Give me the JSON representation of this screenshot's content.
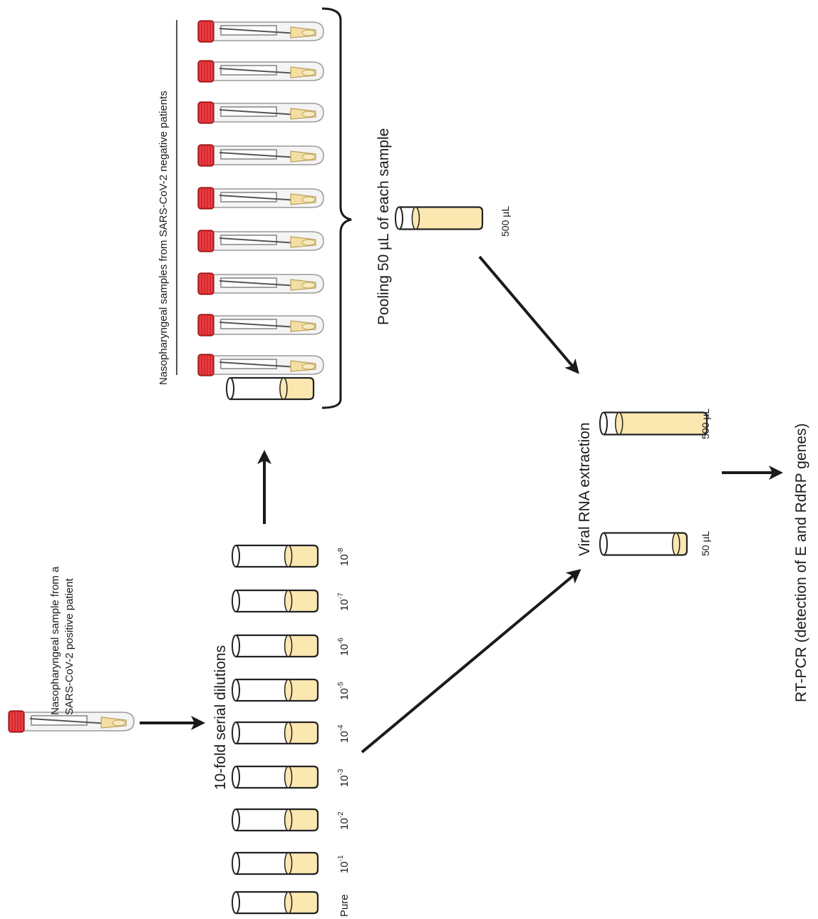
{
  "colors": {
    "liquid": "#fbe7b0",
    "cap": "#d9262a",
    "outline": "#222222",
    "arrow": "#1a1a1a"
  },
  "labels": {
    "positive_sample": [
      "Nasopharyngeal sample from a",
      "SARS-CoV-2 positive patient"
    ],
    "serial_dilutions": "10-fold serial dilutions",
    "negative_samples": "Nasopharyngeal samples from SARS-CoV-2 negative patients",
    "pooling": "Pooling 50 µL of each sample",
    "pool_volume": "500 µL",
    "extraction": "Viral RNA extraction",
    "extraction_volume_large": "500 µL",
    "extraction_volume_small": "50 µL",
    "rt_pcr": "RT-PCR (detection of E and RdRP genes)"
  },
  "dilutions": [
    {
      "base": "Pure",
      "exp": ""
    },
    {
      "base": "10",
      "exp": "-1"
    },
    {
      "base": "10",
      "exp": "-2"
    },
    {
      "base": "10",
      "exp": "-3"
    },
    {
      "base": "10",
      "exp": "-4"
    },
    {
      "base": "10",
      "exp": "-5"
    },
    {
      "base": "10",
      "exp": "-6"
    },
    {
      "base": "10",
      "exp": "-7"
    },
    {
      "base": "10",
      "exp": "-8"
    }
  ],
  "negative_sample_count": 9,
  "icons": {
    "swab_tube": "swab-tube-icon",
    "tube": "tube-icon",
    "arrow": "arrow-icon",
    "brace": "brace-icon"
  }
}
